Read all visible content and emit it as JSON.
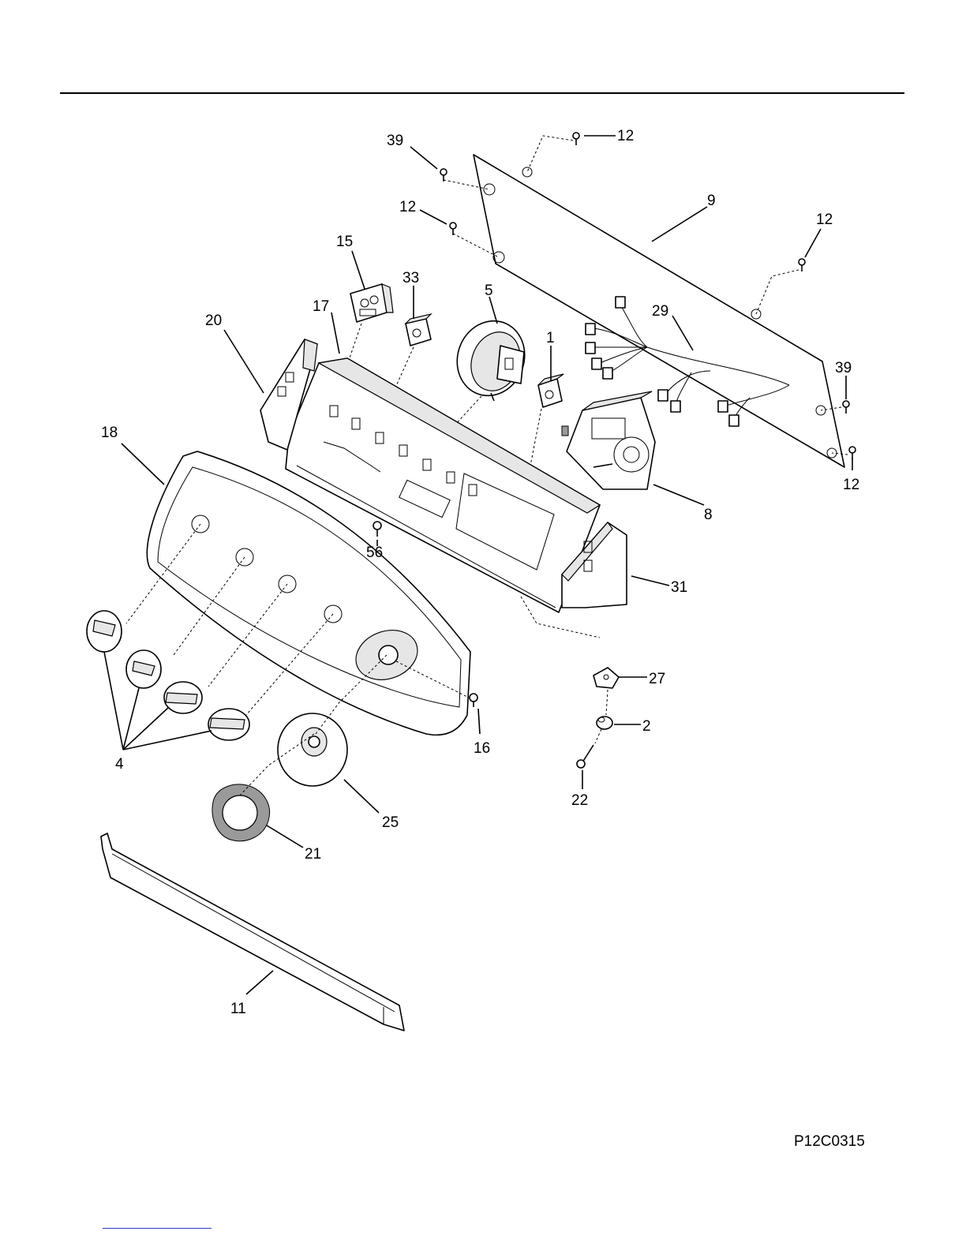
{
  "diagram_code": "P12C0315",
  "callouts": [
    "39",
    "12",
    "9",
    "12",
    "12",
    "29",
    "39",
    "12",
    "15",
    "33",
    "5",
    "17",
    "20",
    "1",
    "8",
    "18",
    "56",
    "31",
    "27",
    "2",
    "16",
    "22",
    "4",
    "25",
    "21",
    "11"
  ]
}
